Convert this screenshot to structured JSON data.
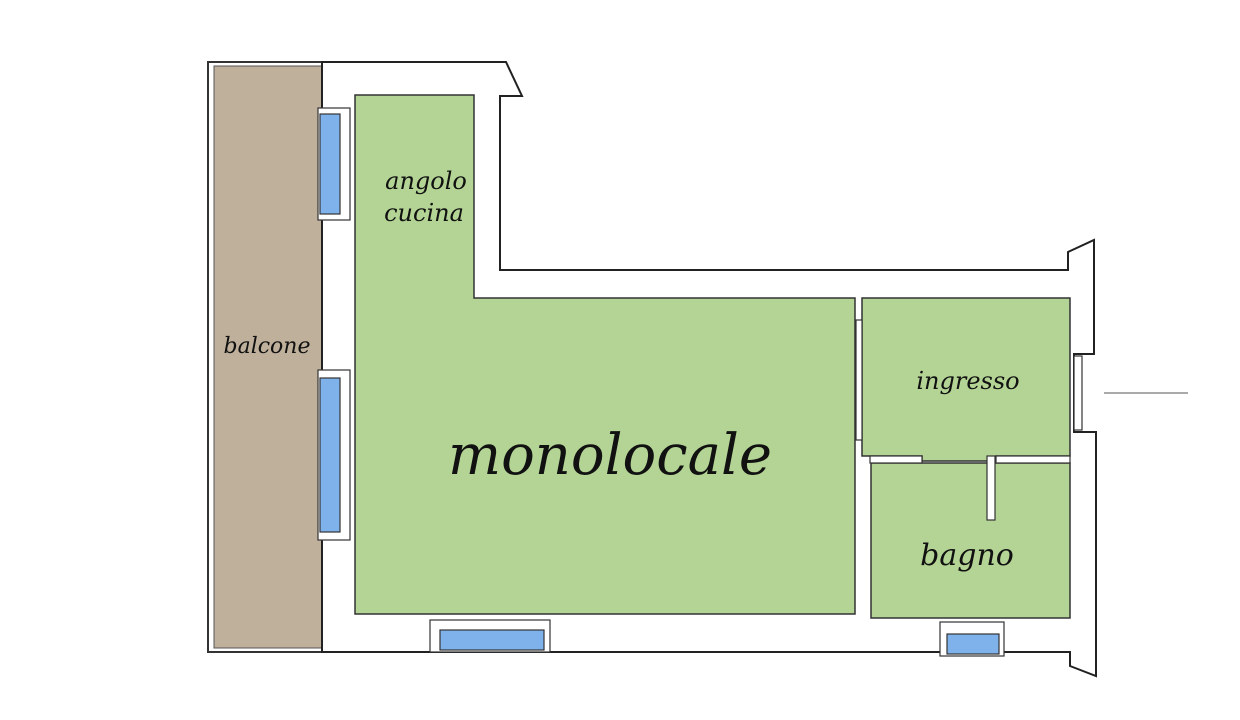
{
  "rooms": {
    "balcone": {
      "label": "balcone"
    },
    "kitchen": {
      "label_line1": "angolo",
      "label_line2": "cucina"
    },
    "monolocale": {
      "label": "monolocale"
    },
    "ingresso": {
      "label": "ingresso"
    },
    "bagno": {
      "label": "bagno"
    }
  },
  "colors": {
    "room_fill": "#b3d494",
    "balcony_fill": "#bfb09c",
    "window_glass": "#7fb2ea",
    "wall_outline": "#222222"
  }
}
